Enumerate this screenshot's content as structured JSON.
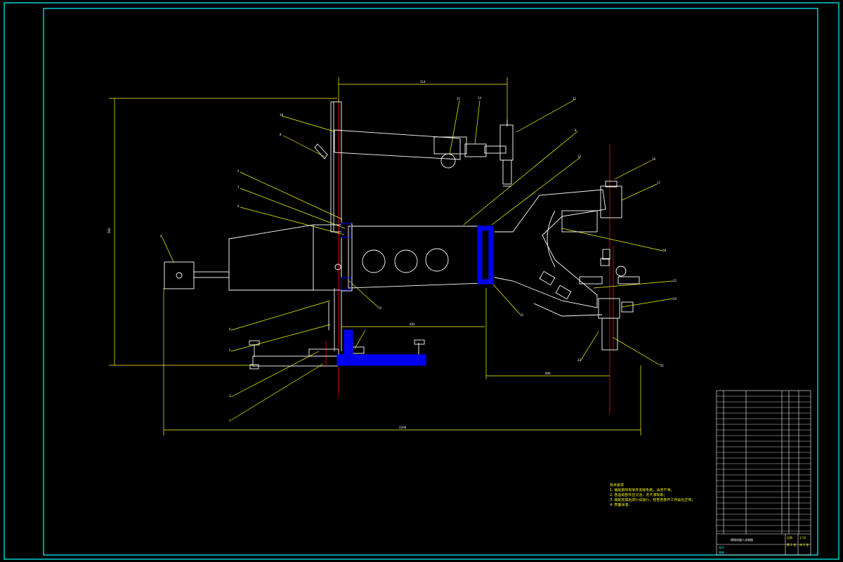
{
  "drawing": {
    "background": "#000000",
    "frame_color": "#00ffff",
    "line_color": "#ffffff",
    "dim_color": "#ffff00",
    "part_color": "#0000ff",
    "axis_color": "#ff0000"
  },
  "balloons": [
    "19",
    "8",
    "11",
    "14",
    "12",
    "8",
    "7",
    "6",
    "9",
    "5",
    "4",
    "3",
    "1",
    "2",
    "10",
    "16",
    "13",
    "17",
    "18",
    "15",
    "21",
    "20",
    "22",
    "23"
  ],
  "dimensions": [
    "314",
    "560",
    "402",
    "806",
    "2200"
  ],
  "notes_title": "技术要求",
  "notes": [
    "1. 装配前所有零件去除毛刺、清洗干净；",
    "2. 各运动部件应灵活，无卡滞现象；",
    "3. 装配完成后进行试运行，检查各部件工作是否正常；",
    "4. 表面涂漆。"
  ],
  "title_block": {
    "drawing_title": "焊接机器人总装图",
    "scale_label": "比例",
    "scale_value": "1:10",
    "sheet_label": "第 1 张",
    "sheets_label": "共 1 张",
    "left_labels": [
      "设计",
      "审核"
    ]
  }
}
